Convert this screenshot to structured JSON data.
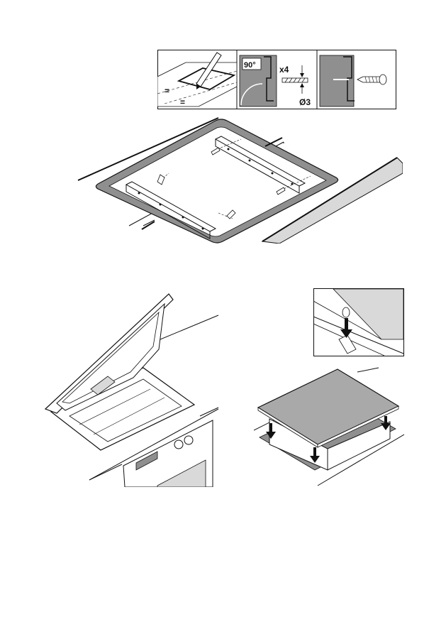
{
  "steps": {
    "step1": {
      "eq_left": "=",
      "eq_right": "="
    },
    "step2": {
      "angle": "90°",
      "count": "x4",
      "diameter": "Ø3"
    }
  },
  "colors": {
    "line": "#111111",
    "grey_panel": "#8f8f8f",
    "light_grey": "#d9d9d9",
    "hob_top": "#a9a9a9"
  }
}
